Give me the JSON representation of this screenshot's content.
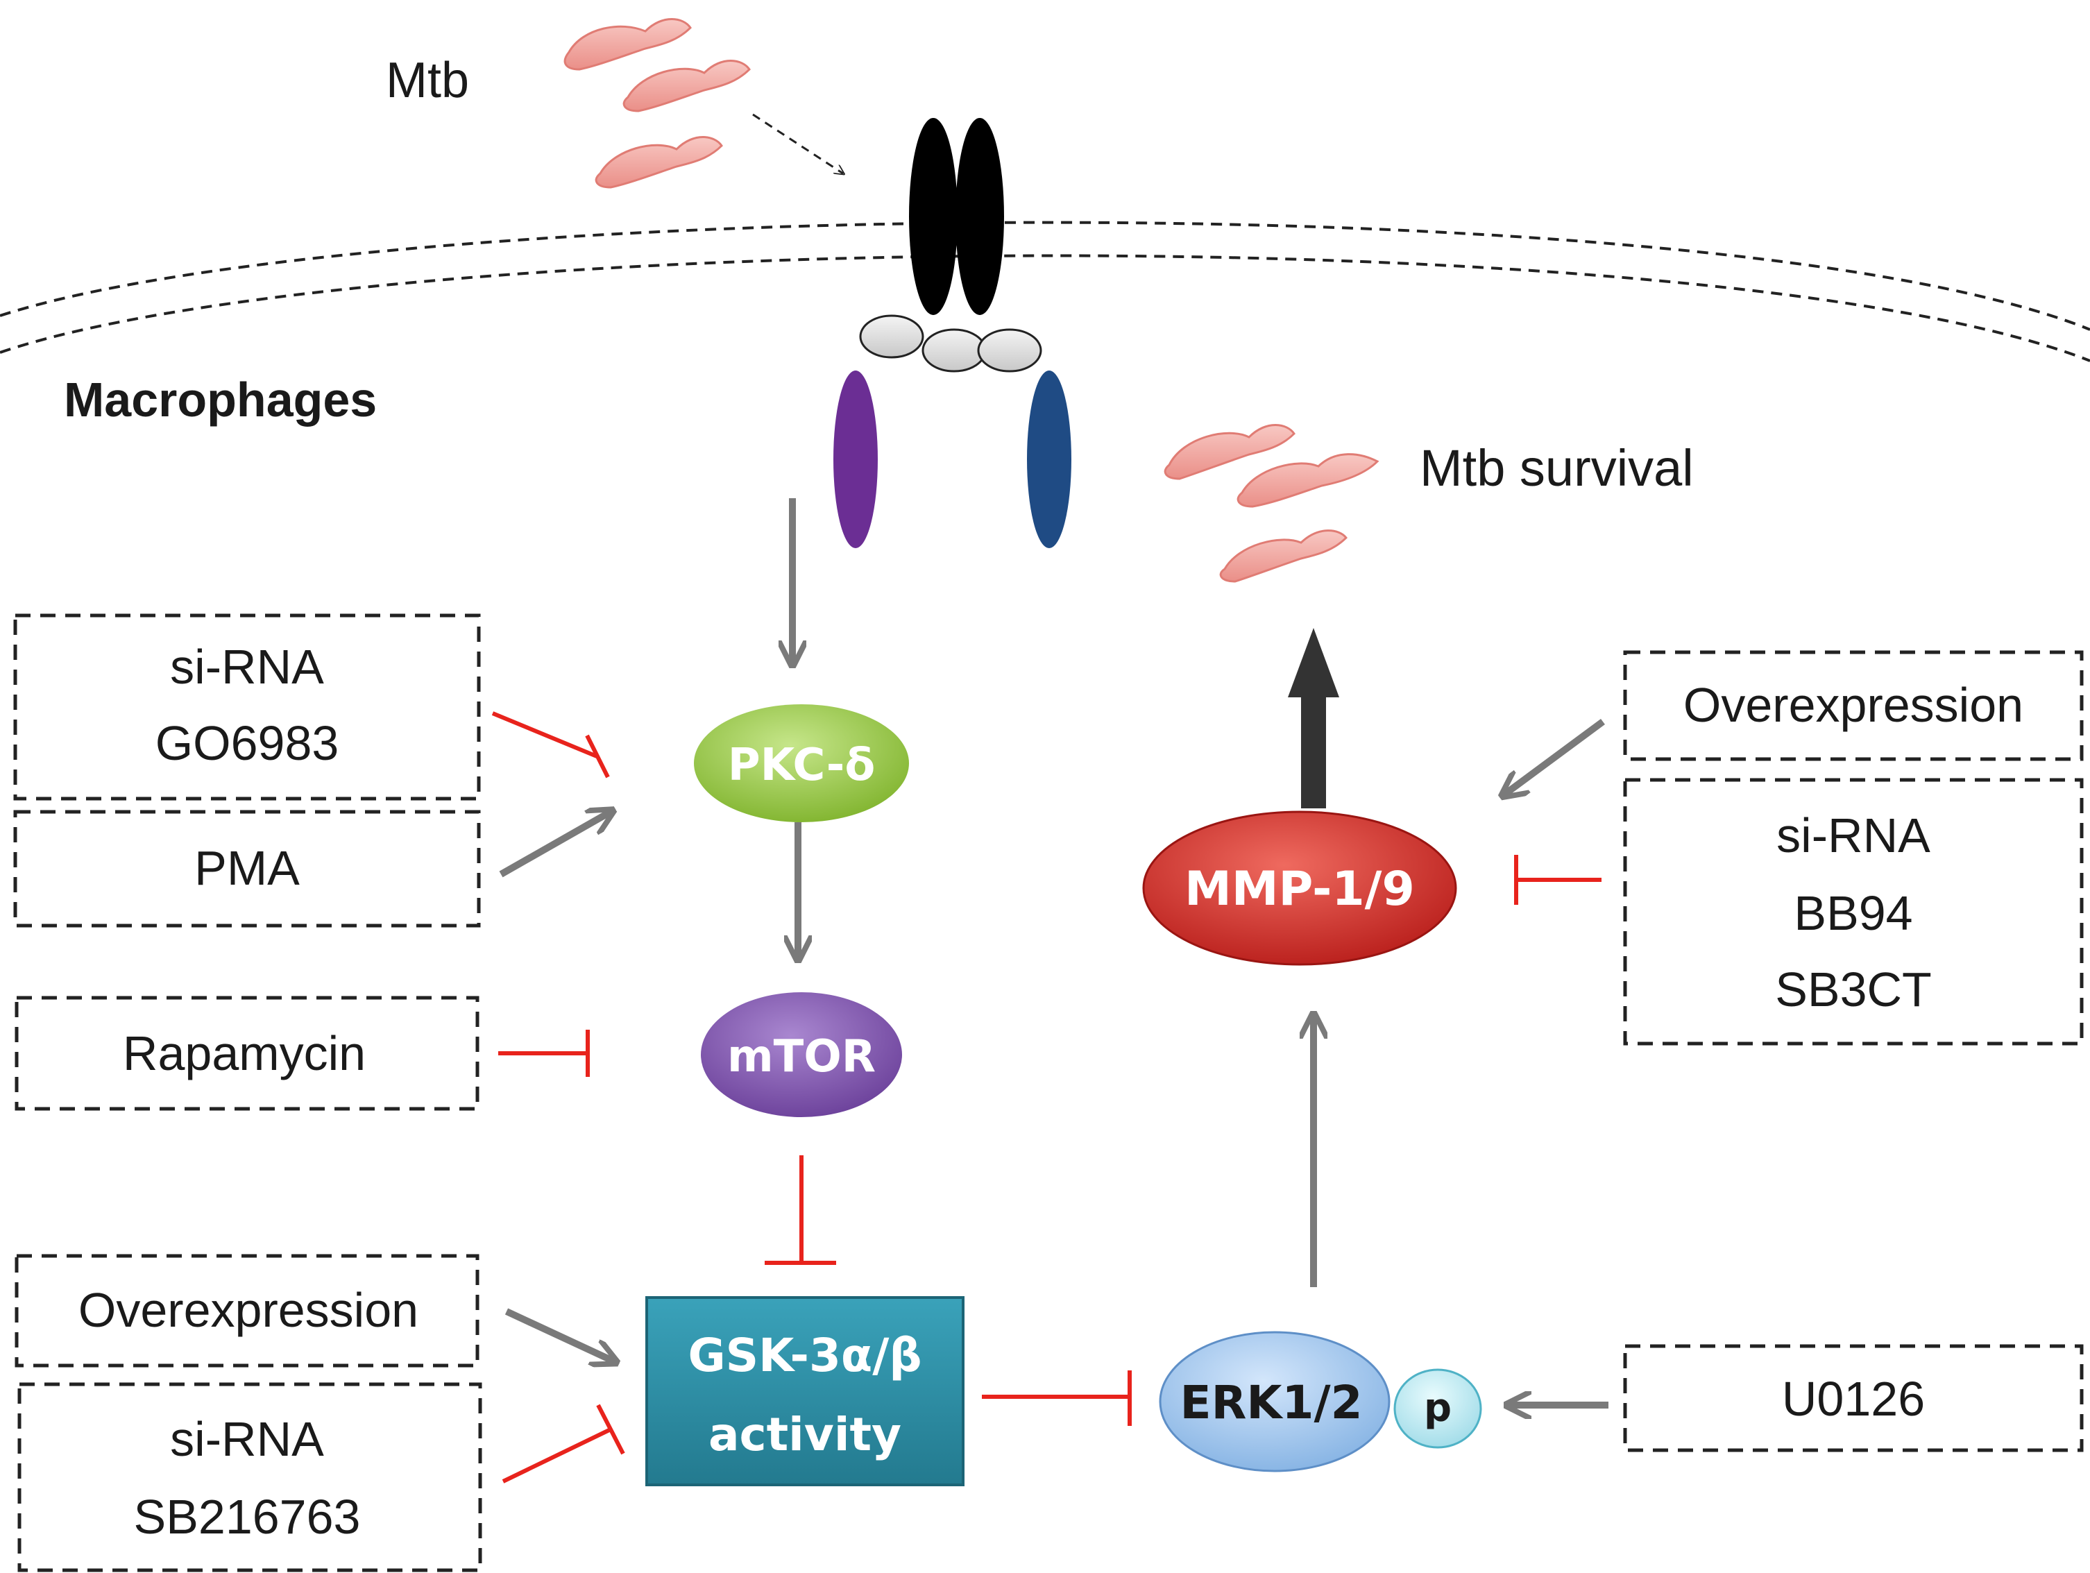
{
  "labels": {
    "mtb": "Mtb",
    "macrophages": "Macrophages",
    "mtb_survival": "Mtb survival"
  },
  "nodes": {
    "pkc": "PKC-δ",
    "mtor": "mTOR",
    "gsk_line1": "GSK-3α/β",
    "gsk_line2": "activity",
    "erk": "ERK1/2",
    "phospho": "p",
    "mmp": "MMP-1/9"
  },
  "modulators": {
    "pkc_inhibitors": [
      "si-RNA",
      "GO6983"
    ],
    "pkc_activator": "PMA",
    "mtor_inhibitor": "Rapamycin",
    "gsk_activator": "Overexpression",
    "gsk_inhibitors": [
      "si-RNA",
      "SB216763"
    ],
    "mmp_activator": "Overexpression",
    "mmp_inhibitors": [
      "si-RNA",
      "BB94",
      "SB3CT"
    ],
    "erk_modulator": "U0126"
  },
  "colors": {
    "activation_arrow": "#7a7a7a",
    "inhibition_bar": "#e8231c",
    "pkc": "#8fc23f",
    "mtor": "#7a4fa8",
    "gsk": "#2b8fa6",
    "erk": "#9fc6ee",
    "mmp": "#d42a26",
    "mtb_bacteria": "#f2a6a0",
    "receptor_black": "#000000",
    "receptor_purple": "#6b2e94",
    "receptor_blue": "#1f4b84"
  }
}
